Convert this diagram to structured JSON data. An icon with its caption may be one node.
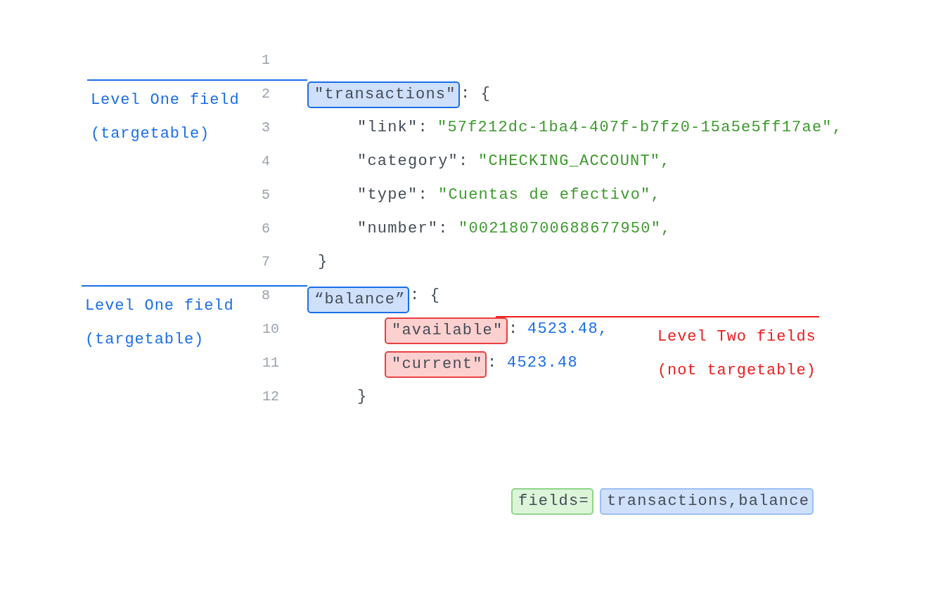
{
  "diagram": {
    "nodes": [
      {
        "text": [
          "Level One field (targetable)"
        ]
      },
      {
        "text": [
          "\"transactions\""
        ]
      },
      {
        "text": [
          "Level One field (targetable)"
        ]
      },
      {
        "text": [
          "“balance”"
        ]
      },
      {
        "text": [
          "Level Two fields (not targetable)"
        ]
      },
      {
        "text": [
          "\"available\""
        ]
      },
      {
        "text": [
          "\"current\""
        ]
      },
      {
        "text": [
          "fields="
        ]
      },
      {
        "text": [
          "transactions,balance"
        ]
      }
    ],
    "edges": [
      {
        "from": 0,
        "to": 1,
        "arrow": "none"
      },
      {
        "from": 2,
        "to": 3,
        "arrow": "none"
      },
      {
        "from": 4,
        "to": 5,
        "arrow": "none",
        "color": "#ee1c1c"
      }
    ],
    "labels": [
      "1",
      "2",
      ": {",
      "3",
      "\"link\":",
      "\"57f212dc-1ba4-407f-b7fz0-15a5e5ff17ae\",",
      "4",
      "\"category\":",
      "\"CHECKING_ACCOUNT\",",
      "5",
      "\"type\":",
      "\"Cuentas de efectivo\",",
      "6",
      "\"number\":",
      "\"002180700688677950\",",
      "7",
      "}",
      "8",
      ": {",
      "10",
      ":",
      "4523.48,",
      "11",
      ":",
      "4523.48",
      "12",
      "}"
    ]
  }
}
